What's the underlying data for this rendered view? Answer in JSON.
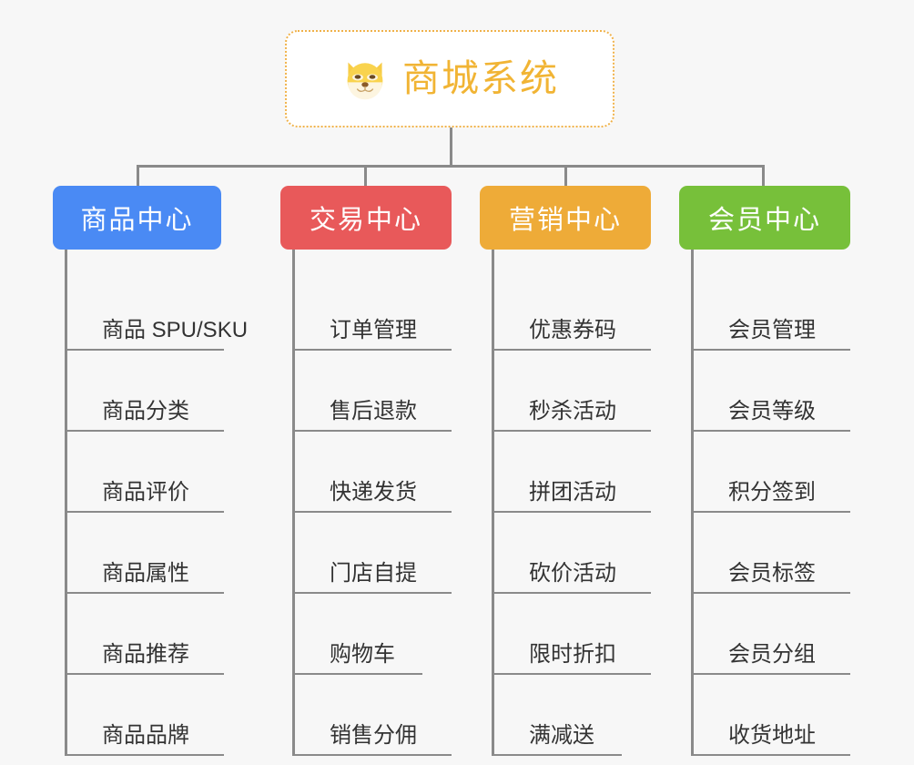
{
  "diagram": {
    "title": "商城系统",
    "root_icon": "dog-face-icon",
    "colors": {
      "background": "#f7f7f7",
      "root_border": "#f0b24a",
      "root_text": "#f1b434",
      "connector": "#8a8a8a",
      "product_center": "#4a8af4",
      "trade_center": "#e8595a",
      "marketing_center": "#eeab38",
      "member_center": "#77c03a"
    },
    "columns": [
      {
        "id": "product-center",
        "label": "商品中心",
        "color": "#4a8af4",
        "items": [
          "商品 SPU/SKU",
          "商品分类",
          "商品评价",
          "商品属性",
          "商品推荐",
          "商品品牌"
        ]
      },
      {
        "id": "trade-center",
        "label": "交易中心",
        "color": "#e8595a",
        "items": [
          "订单管理",
          "售后退款",
          "快递发货",
          "门店自提",
          "购物车",
          "销售分佣"
        ]
      },
      {
        "id": "marketing-center",
        "label": "营销中心",
        "color": "#eeab38",
        "items": [
          "优惠券码",
          "秒杀活动",
          "拼团活动",
          "砍价活动",
          "限时折扣",
          "满减送"
        ]
      },
      {
        "id": "member-center",
        "label": "会员中心",
        "color": "#77c03a",
        "items": [
          "会员管理",
          "会员等级",
          "积分签到",
          "会员标签",
          "会员分组",
          "收货地址"
        ]
      }
    ]
  }
}
